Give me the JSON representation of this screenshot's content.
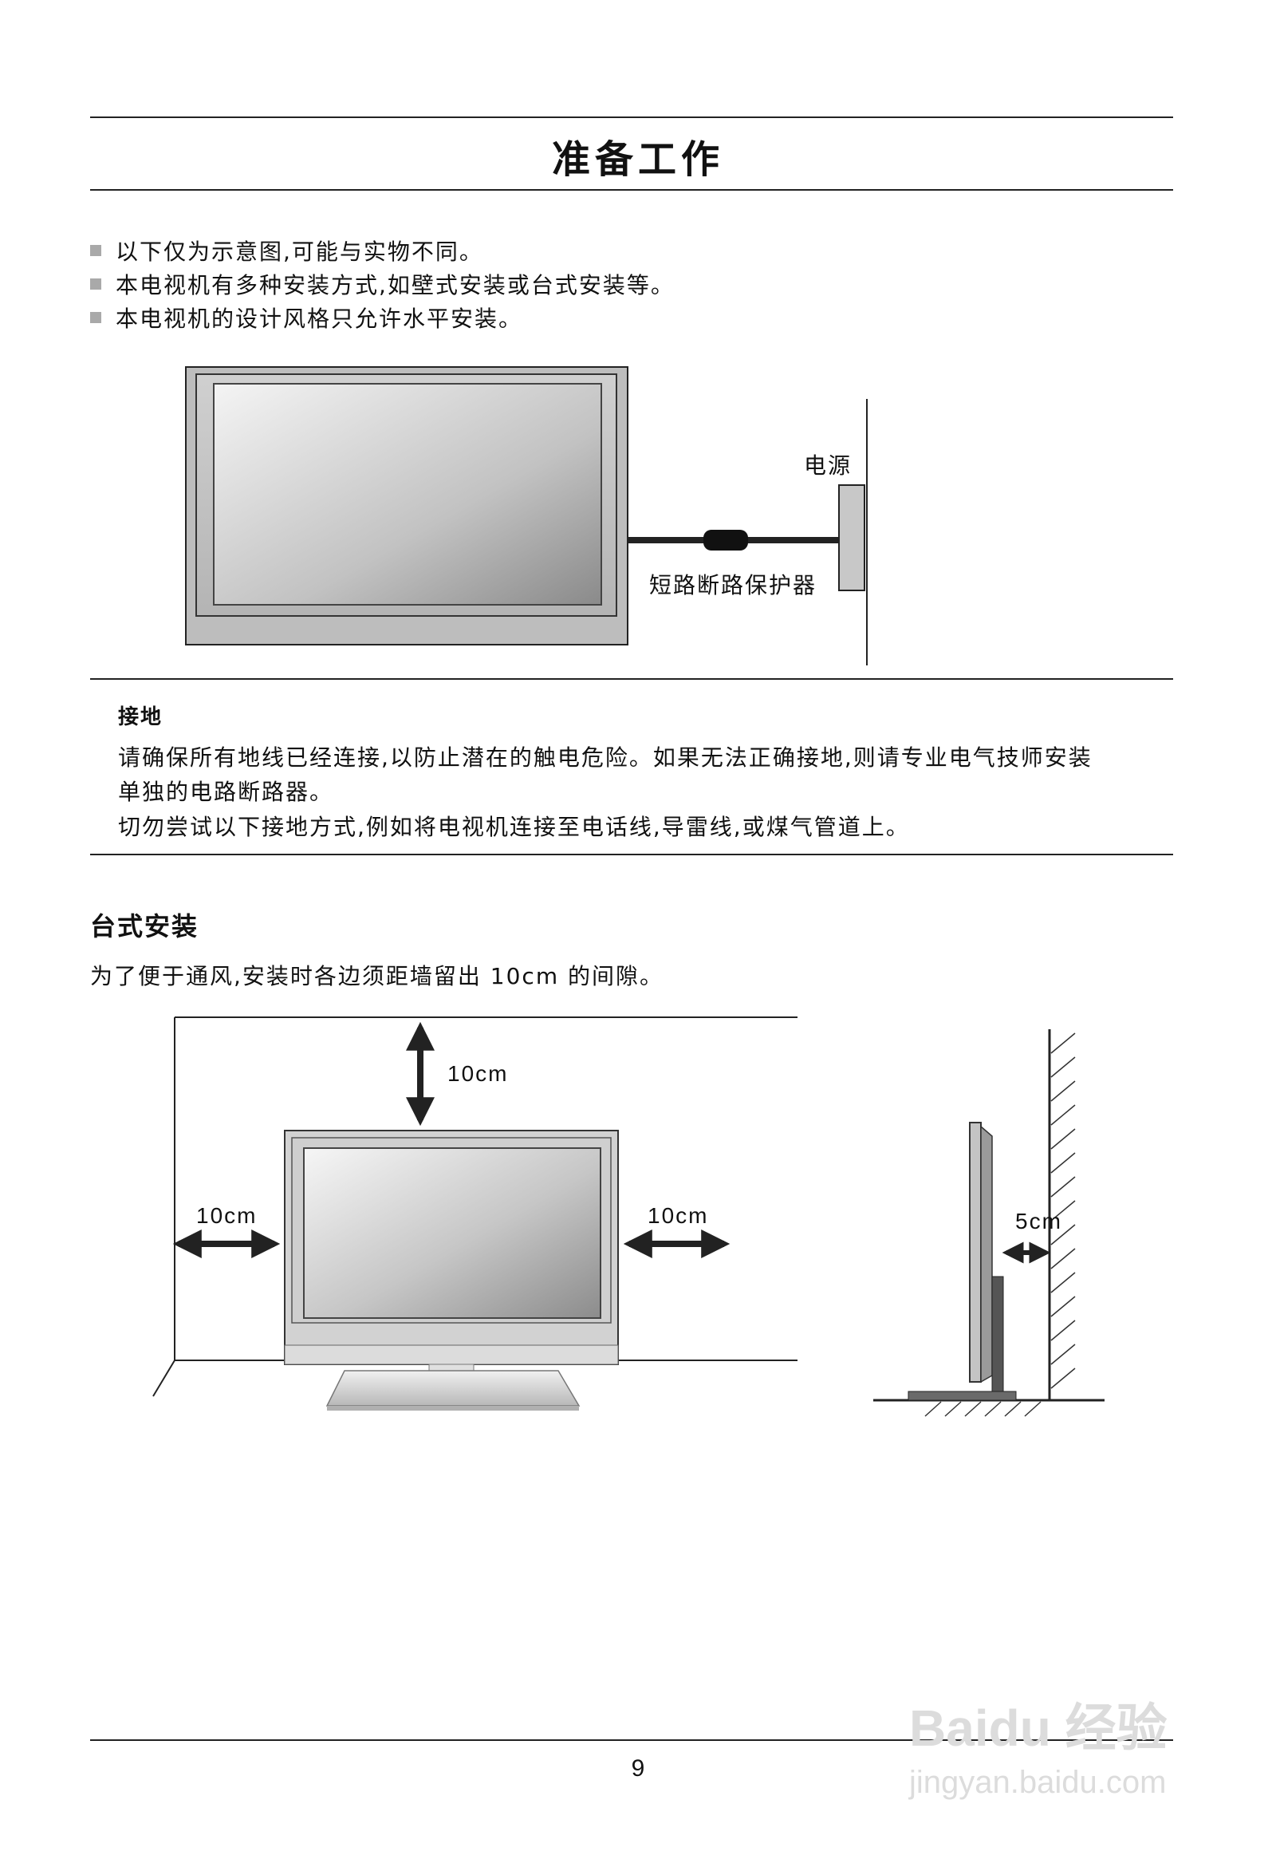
{
  "page": {
    "title": "准备工作",
    "notes": [
      "以下仅为示意图,可能与实物不同。",
      "本电视机有多种安装方式,如壁式安装或台式安装等。",
      "本电视机的设计风格只允许水平安装。"
    ],
    "figure1": {
      "power_label": "电源",
      "breaker_label": "短路断路保护器"
    },
    "grounding": {
      "heading": "接地",
      "lines": [
        "请确保所有地线已经连接,以防止潜在的触电危险。如果无法正确接地,则请专业电气技师安装",
        "单独的电路断路器。",
        "切勿尝试以下接地方式,例如将电视机连接至电话线,导雷线,或煤气管道上。"
      ]
    },
    "desk_install": {
      "heading": "台式安装",
      "text": "为了便于通风,安装时各边须距墙留出 10cm 的间隙。",
      "top_gap": "10cm",
      "left_gap": "10cm",
      "right_gap": "10cm",
      "side_gap": "5cm"
    },
    "page_number": "9"
  },
  "watermark": {
    "brand": "Baidu 经验",
    "url": "jingyan.baidu.com"
  }
}
